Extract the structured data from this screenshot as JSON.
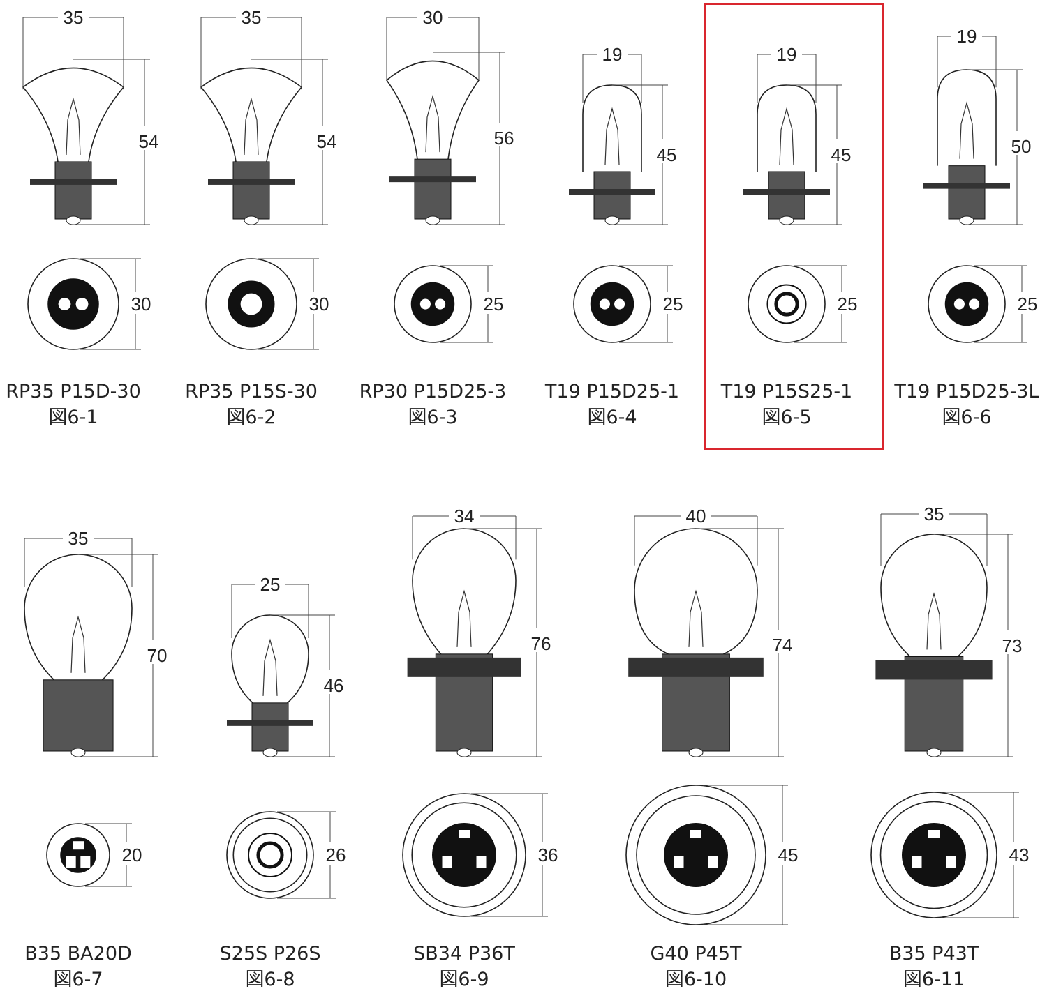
{
  "title": "Motorcycle headlight bulb base types",
  "highlight_color": "#d9262e",
  "highlighted": "fig-6-5",
  "bulbs": [
    {
      "name": "RP35 P15D-30",
      "fig": "図6-1",
      "width": "35",
      "height": "54",
      "base": "30"
    },
    {
      "name": "RP35 P15S-30",
      "fig": "図6-2",
      "width": "35",
      "height": "54",
      "base": "30"
    },
    {
      "name": "RP30 P15D25-3",
      "fig": "図6-3",
      "width": "30",
      "height": "56",
      "base": "25"
    },
    {
      "name": "T19 P15D25-1",
      "fig": "図6-4",
      "width": "19",
      "height": "45",
      "base": "25"
    },
    {
      "name": "T19 P15S25-1",
      "fig": "図6-5",
      "width": "19",
      "height": "45",
      "base": "25"
    },
    {
      "name": "T19 P15D25-3L",
      "fig": "図6-6",
      "width": "19",
      "height": "50",
      "base": "25"
    },
    {
      "name": "B35 BA20D",
      "fig": "図6-7",
      "width": "35",
      "height": "70",
      "base": "20"
    },
    {
      "name": "S25S P26S",
      "fig": "図6-8",
      "width": "25",
      "height": "46",
      "base": "26"
    },
    {
      "name": "SB34 P36T",
      "fig": "図6-9",
      "width": "34",
      "height": "76",
      "base": "36"
    },
    {
      "name": "G40 P45T",
      "fig": "図6-10",
      "width": "40",
      "height": "74",
      "base": "45"
    },
    {
      "name": "B35 P43T",
      "fig": "図6-11",
      "width": "35",
      "height": "73",
      "base": "43"
    }
  ]
}
